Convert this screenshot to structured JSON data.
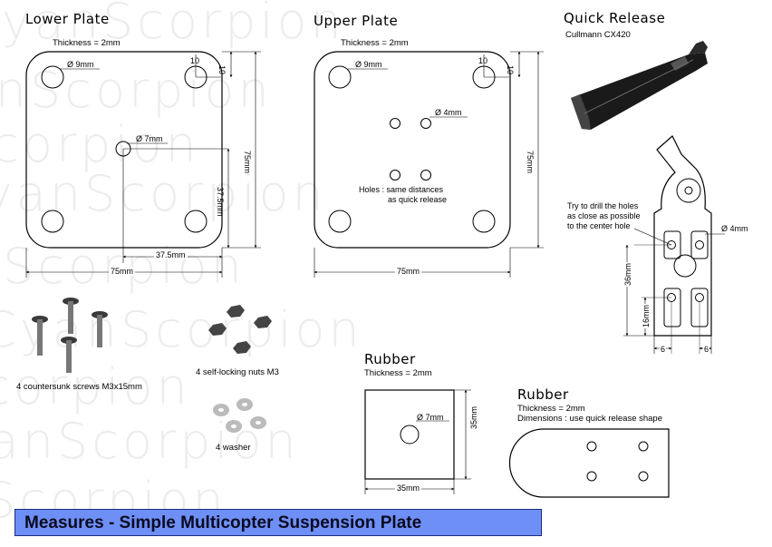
{
  "watermark": "CyanScorpion",
  "lower_plate": {
    "title": "Lower Plate",
    "thickness": "Thickness = 2mm",
    "hole_big": "Ø 9mm",
    "hole_center": "Ø 7mm",
    "dim_10a": "10",
    "dim_10b": "10",
    "dim_75v": "75mm",
    "dim_375v": "37.5mm",
    "dim_375h": "37.5mm",
    "dim_75h": "75mm"
  },
  "upper_plate": {
    "title": "Upper Plate",
    "thickness": "Thickness = 2mm",
    "hole_big": "Ø 9mm",
    "hole_small": "Ø 4mm",
    "note_line1": "Holes : same distances",
    "note_line2": "as quick release",
    "dim_10a": "10",
    "dim_10b": "10",
    "dim_75v": "75mm",
    "dim_75h": "75mm"
  },
  "quick_release": {
    "title": "Quick Release",
    "model": "Cullmann CX420",
    "note_line1": "Try to drill the holes",
    "note_line2": "as close as possible",
    "note_line3": "to the center hole",
    "hole": "Ø 4mm",
    "dim_36": "36mm",
    "dim_16": "16mm",
    "dim_6a": "6",
    "dim_6b": "6"
  },
  "hardware": {
    "screws": "4 countersunk screws M3x15mm",
    "nuts": "4 self-locking nuts M3",
    "washers": "4 washer"
  },
  "rubber_square": {
    "title": "Rubber",
    "thickness": "Thickness = 2mm",
    "hole": "Ø 7mm",
    "dim_35v": "35mm",
    "dim_35h": "35mm"
  },
  "rubber_shape": {
    "title": "Rubber",
    "thickness": "Thickness = 2mm",
    "dimensions": "Dimensions : use quick release shape"
  },
  "footer": {
    "title": "Measures - Simple Multicopter Suspension Plate"
  }
}
